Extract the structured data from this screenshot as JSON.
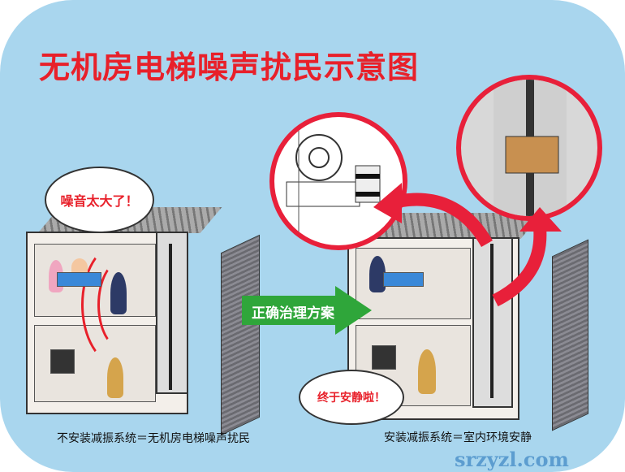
{
  "title": "无机房电梯噪声扰民示意图",
  "left_bubble": "噪音太大了！",
  "right_bubble": "终于安静啦！",
  "arrow_label": "正确治理方案",
  "caption_left": "不安装减振系统＝无机房电梯噪声扰民",
  "caption_right": "安装减振系统＝室内环境安静",
  "watermark": "srzyzl.com",
  "colors": {
    "title": "#e8202a",
    "background": "#a9d6ee",
    "arrow": "#2fa63a",
    "circle_rim": "#e8203a"
  }
}
